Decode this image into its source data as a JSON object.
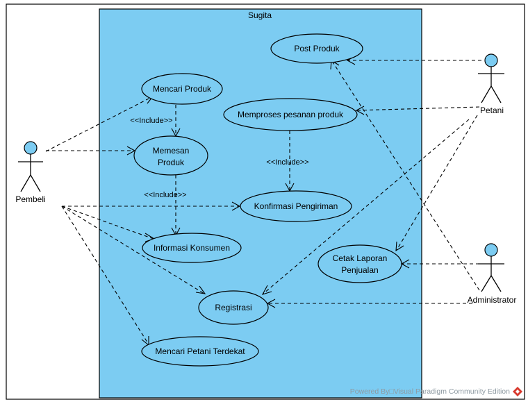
{
  "system": {
    "title": "Sugita"
  },
  "actors": {
    "pembeli": "Pembeli",
    "petani": "Petani",
    "administrator": "Administrator"
  },
  "use_cases": {
    "post_produk": "Post Produk",
    "mencari_produk": "Mencari Produk",
    "memproses_pesanan": "Memproses pesanan produk",
    "memesan_produk_line1": "Memesan",
    "memesan_produk_line2": "Produk",
    "konfirmasi_pengiriman": "Konfirmasi Pengiriman",
    "informasi_konsumen": "Informasi Konsumen",
    "cetak_laporan_line1": "Cetak Laporan",
    "cetak_laporan_line2": "Penjualan",
    "registrasi": "Registrasi",
    "mencari_petani": "Mencari Petani Terdekat"
  },
  "includes": {
    "inc1": "<<Include>>",
    "inc2": "<<Include>>",
    "inc3": "<<Include>>"
  },
  "footer": {
    "text": "Powered By□Visual Paradigm Community Edition"
  },
  "colors": {
    "system_fill": "#7cccf2",
    "use_case_fill": "#7cccf2",
    "logo": "#d83a2e"
  }
}
